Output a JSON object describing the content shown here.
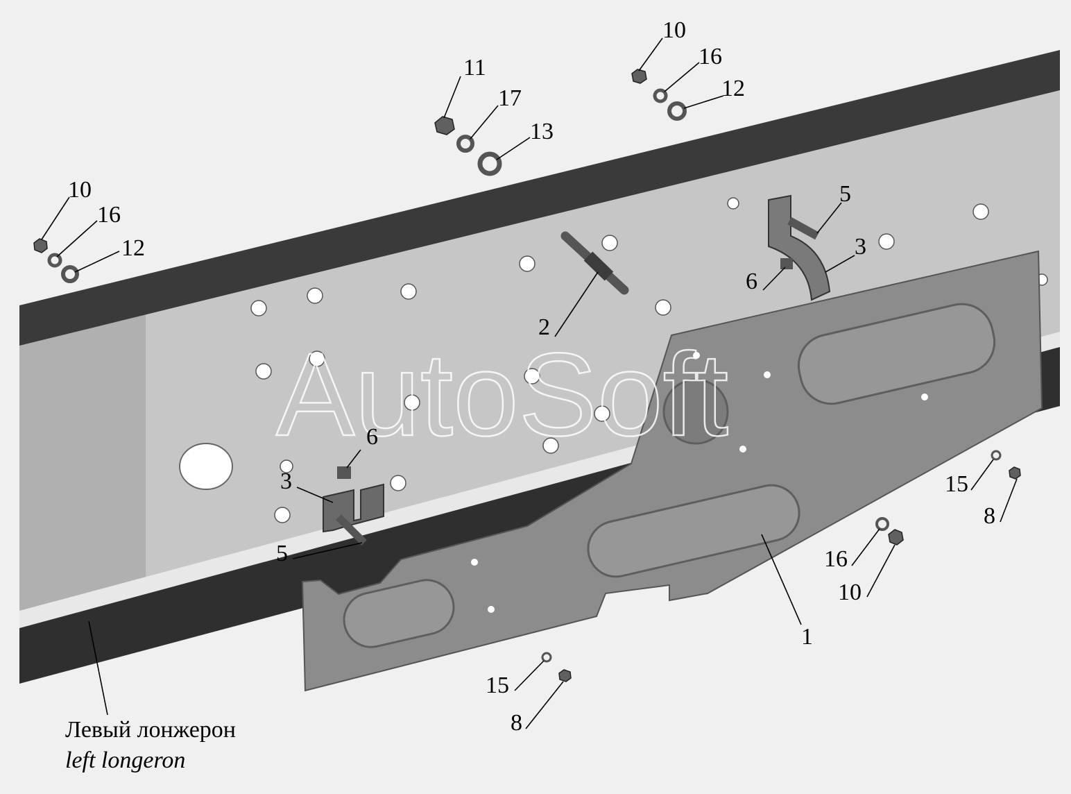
{
  "watermark": "AutoSoft",
  "caption": {
    "ru": "Левый лонжерон",
    "en": "left longeron"
  },
  "callouts": [
    {
      "id": "c-10-a",
      "text": "10"
    },
    {
      "id": "c-16-a",
      "text": "16"
    },
    {
      "id": "c-12-a",
      "text": "12"
    },
    {
      "id": "c-11",
      "text": "11"
    },
    {
      "id": "c-17",
      "text": "17"
    },
    {
      "id": "c-13",
      "text": "13"
    },
    {
      "id": "c-10-b",
      "text": "10"
    },
    {
      "id": "c-16-b",
      "text": "16"
    },
    {
      "id": "c-12-b",
      "text": "12"
    },
    {
      "id": "c-5-a",
      "text": "5"
    },
    {
      "id": "c-3-a",
      "text": "3"
    },
    {
      "id": "c-6-a",
      "text": "6"
    },
    {
      "id": "c-2",
      "text": "2"
    },
    {
      "id": "c-6-b",
      "text": "6"
    },
    {
      "id": "c-3-b",
      "text": "3"
    },
    {
      "id": "c-5-b",
      "text": "5"
    },
    {
      "id": "c-15-a",
      "text": "15"
    },
    {
      "id": "c-8-a",
      "text": "8"
    },
    {
      "id": "c-16-c",
      "text": "16"
    },
    {
      "id": "c-10-c",
      "text": "10"
    },
    {
      "id": "c-1",
      "text": "1"
    },
    {
      "id": "c-15-b",
      "text": "15"
    },
    {
      "id": "c-8-b",
      "text": "8"
    }
  ],
  "colors": {
    "background": "#f0f0f0",
    "beam_top": "#3c3c3c",
    "beam_web": "#c8c8c8",
    "plate": "#8a8a8a",
    "hardware": "#6a6a6a"
  }
}
